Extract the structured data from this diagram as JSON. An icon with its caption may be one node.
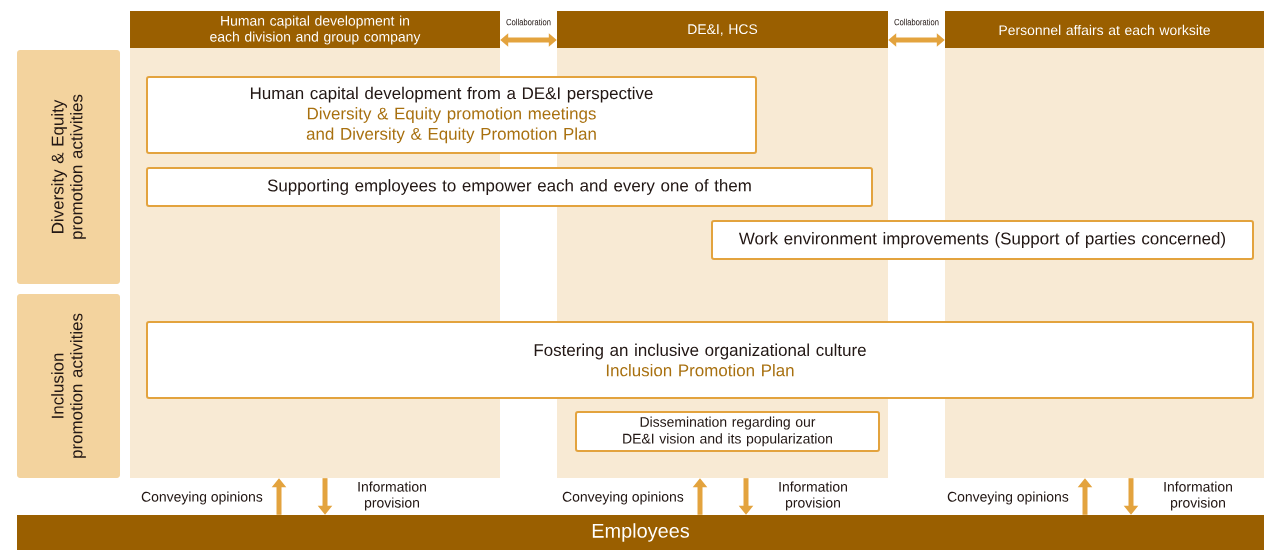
{
  "diagram": {
    "nodes": [
      {
        "text": [
          "Human capital development in each division and group company"
        ]
      },
      {
        "text": [
          "DE&I, HCS"
        ]
      },
      {
        "text": [
          "Personnel affairs at each worksite"
        ]
      },
      {
        "text": [
          "Diversity & Equity promotion activities"
        ]
      },
      {
        "text": [
          "Inclusion promotion activities"
        ]
      },
      {
        "text": [
          "Human capital development from a DE&I perspective",
          "Diversity & Equity promotion meetings and Diversity & Equity Promotion Plan"
        ]
      },
      {
        "text": [
          "Supporting employees to empower each and every one of them"
        ]
      },
      {
        "text": [
          "Work environment improvements (Support of parties concerned)"
        ]
      },
      {
        "text": [
          "Fostering an inclusive organizational culture",
          "Inclusion Promotion Plan"
        ]
      },
      {
        "text": [
          "Dissemination regarding our DE&I vision and its popularization"
        ],
        "in": 1
      },
      {
        "text": [
          "Employees"
        ]
      }
    ],
    "edges": [
      {
        "from": 0,
        "to": 1,
        "arrow": "both",
        "label": "Collaboration"
      },
      {
        "from": 1,
        "to": 2,
        "arrow": "both",
        "label": "Collaboration"
      },
      {
        "from": 10,
        "to": 0,
        "arrow": "to",
        "label": "Conveying opinions"
      },
      {
        "from": 0,
        "to": 10,
        "arrow": "to",
        "label": "Information provision"
      },
      {
        "from": 10,
        "to": 1,
        "arrow": "to",
        "label": "Conveying opinions"
      },
      {
        "from": 1,
        "to": 10,
        "arrow": "to",
        "label": "Information provision"
      },
      {
        "from": 10,
        "to": 2,
        "arrow": "to",
        "label": "Conveying opinions"
      },
      {
        "from": 2,
        "to": 10,
        "arrow": "to",
        "label": "Information provision"
      }
    ]
  }
}
